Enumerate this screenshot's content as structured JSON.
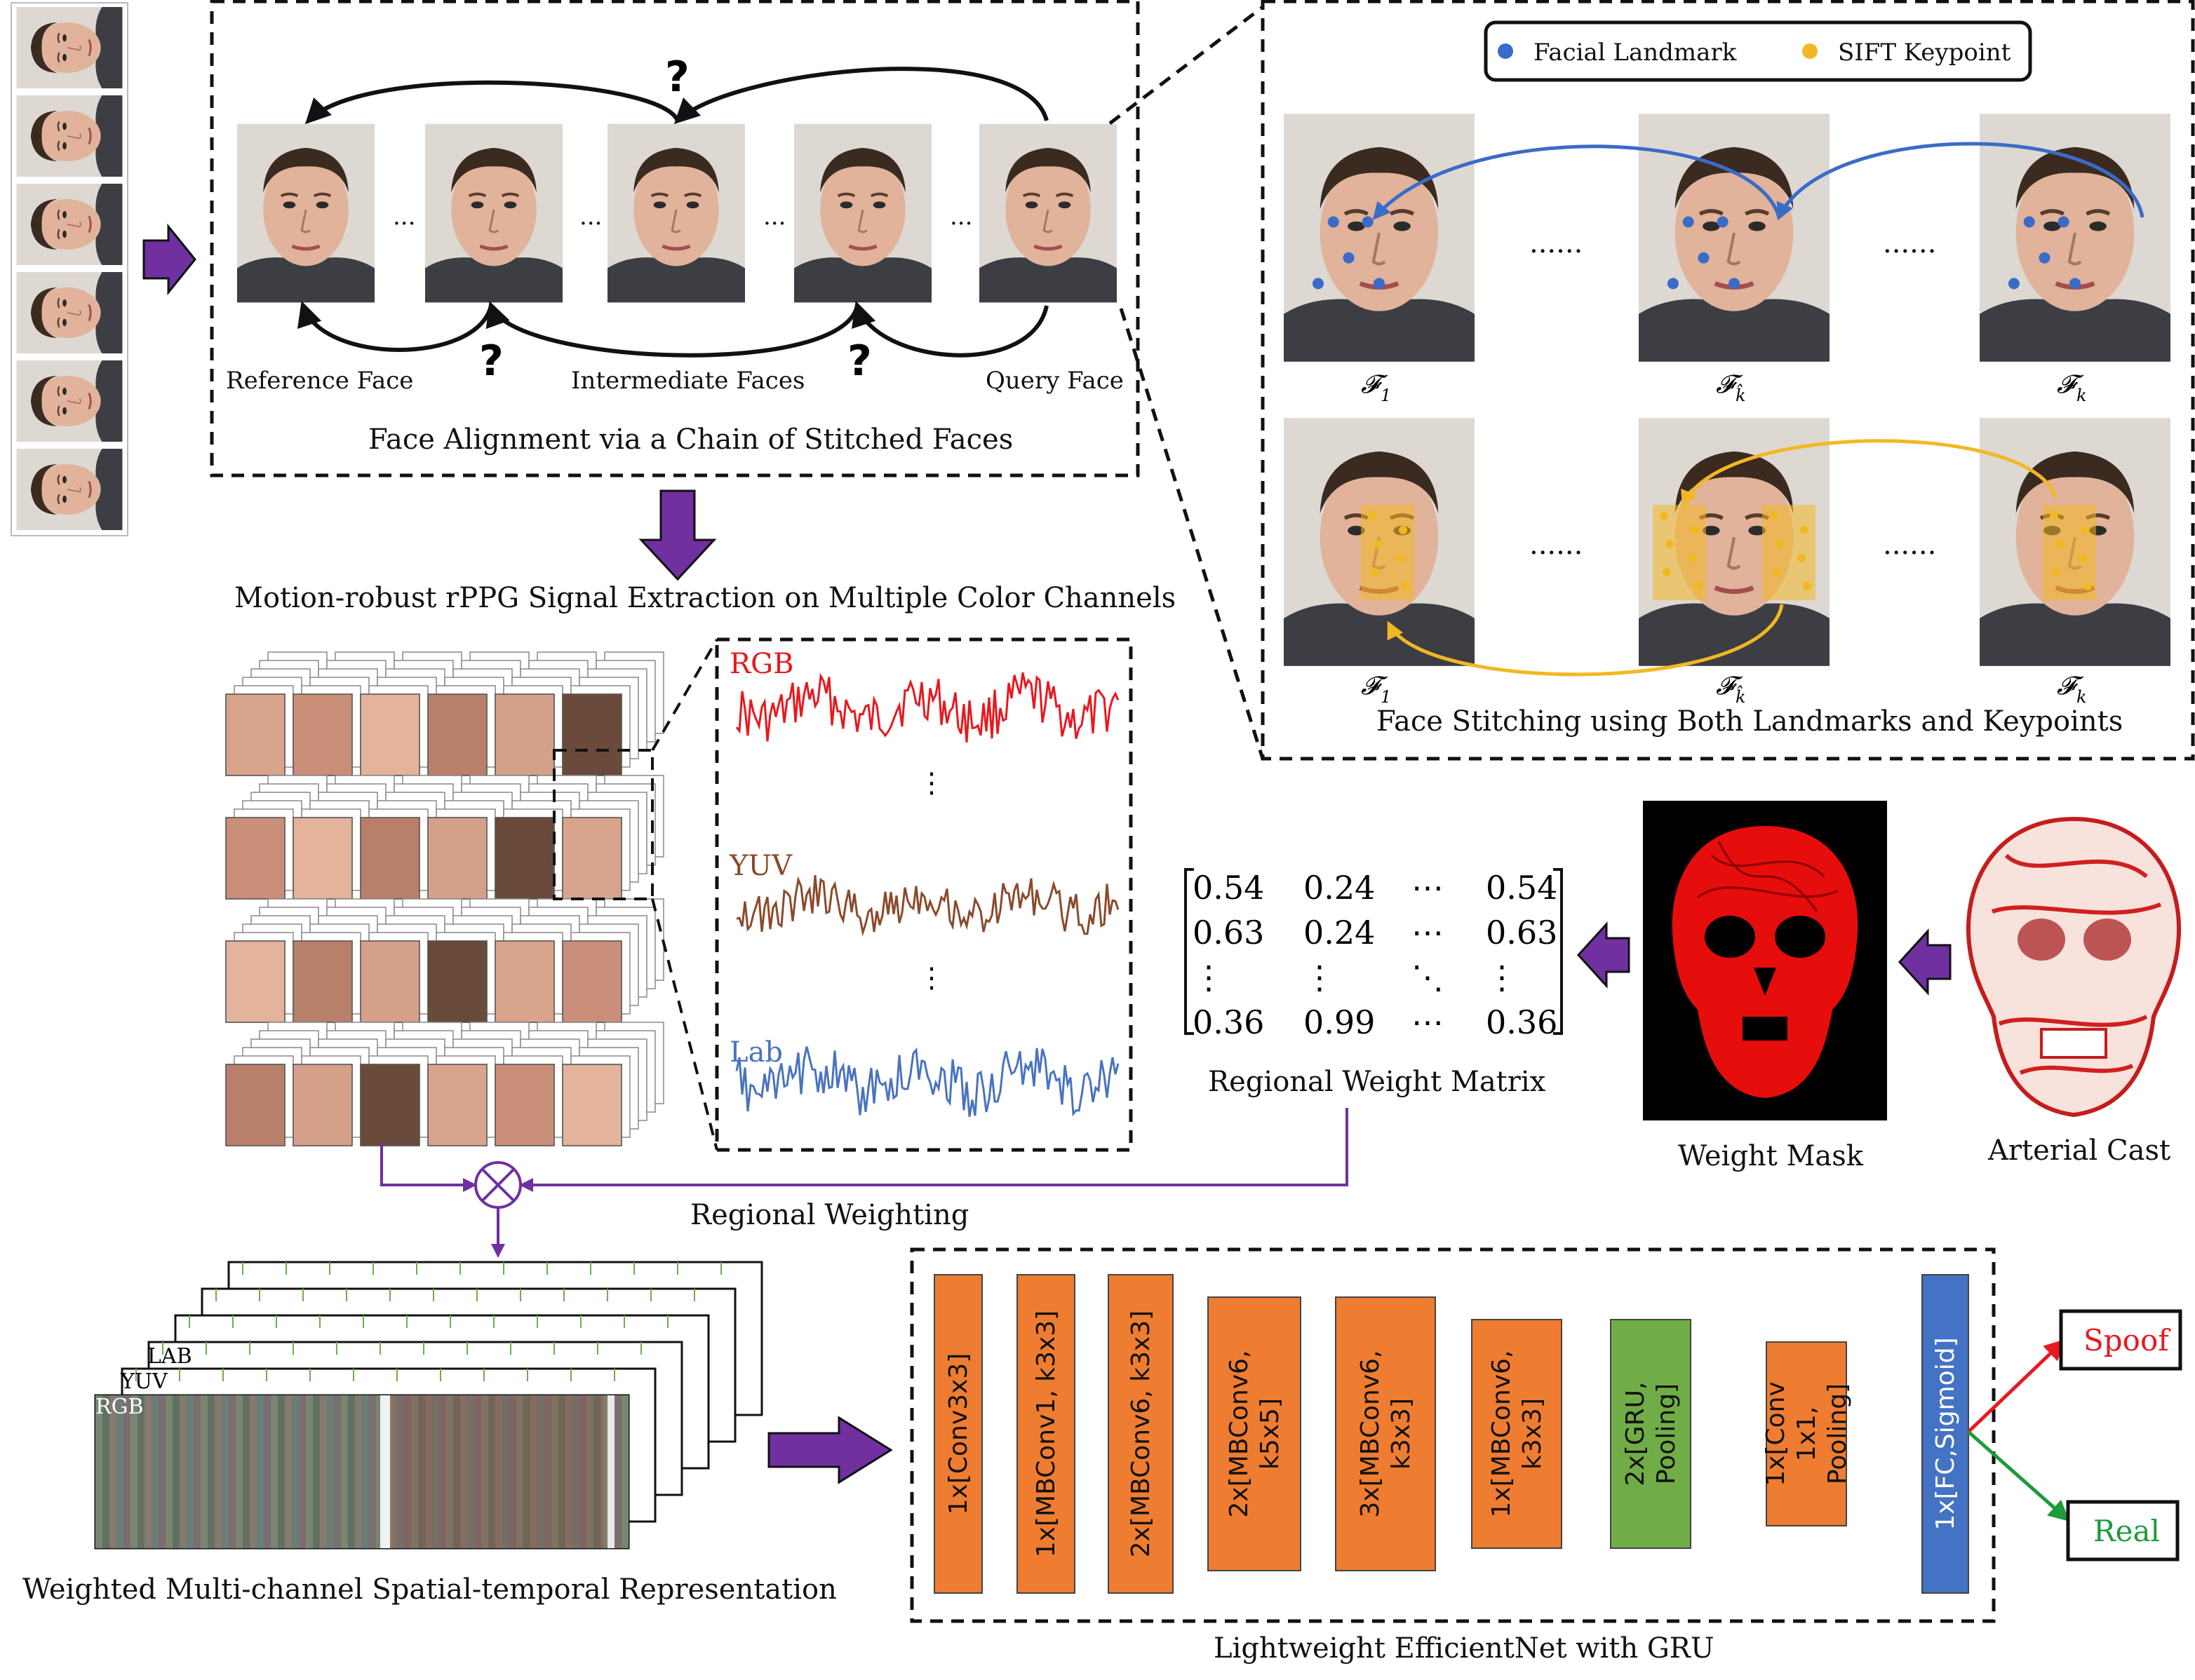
{
  "stage1": {
    "title": "Face Alignment via a Chain of Stitched Faces",
    "reference_label": "Reference Face",
    "intermediate_label": "Intermediate Faces",
    "query_label": "Query Face",
    "question_mark": "?",
    "ellipsis": "..."
  },
  "stitching": {
    "legend_landmark": "Facial Landmark",
    "legend_keypoint": "SIFT Keypoint",
    "frame_labels": [
      "𝓕",
      "𝓕",
      "𝓕"
    ],
    "frame_subs": [
      "1",
      "k̂",
      "k"
    ],
    "dots": "......",
    "title": "Face Stitching using Both Landmarks and Keypoints",
    "landmark_color": "#3a6bc9",
    "keypoint_color": "#f2b824"
  },
  "extraction": {
    "title": "Motion-robust rPPG Signal Extraction on Multiple Color Channels"
  },
  "signals": {
    "rgb_label": "RGB",
    "yuv_label": "YUV",
    "lab_label": "Lab",
    "vdots": "⋮",
    "rgb_color": "#e8181f",
    "yuv_color": "#8b4a2c",
    "lab_color": "#4a73c0"
  },
  "matrix": {
    "rows": [
      [
        "0.54",
        "0.24",
        "⋯",
        "0.54"
      ],
      [
        "0.63",
        "0.24",
        "⋯",
        "0.63"
      ],
      [
        "⋮",
        "⋮",
        "⋱",
        "⋮"
      ],
      [
        "0.36",
        "0.99",
        "⋯",
        "0.36"
      ]
    ],
    "title": "Regional Weight Matrix"
  },
  "weight_mask_label": "Weight Mask",
  "arterial_cast_label": "Arterial Cast",
  "regional_weighting_label": "Regional Weighting",
  "representation": {
    "channels": [
      "LAB",
      "YUV",
      "RGB"
    ],
    "title": "Weighted Multi-channel Spatial-temporal Representation"
  },
  "network": {
    "title": "Lightweight EfficientNet with GRU",
    "layers": [
      {
        "label": "1x[Conv3x3]",
        "color": "#ee7d31"
      },
      {
        "label": "1x[MBConv1, k3x3]",
        "color": "#ee7d31"
      },
      {
        "label": "2x[MBConv6, k3x3]",
        "color": "#ee7d31"
      },
      {
        "label": "2x[MBConv6,|k5x5]",
        "color": "#ee7d31"
      },
      {
        "label": "3x[MBConv6,|k3x3]",
        "color": "#ee7d31"
      },
      {
        "label": "1x[MBConv6,|k3x3]",
        "color": "#ee7d31"
      },
      {
        "label": "2x[GRU,|Pooling]",
        "color": "#70ad47"
      },
      {
        "label": "1x[Conv|1x1,|Pooling]",
        "color": "#ee7d31"
      },
      {
        "label": "1x[FC,Sigmoid]",
        "color": "#4472c4"
      }
    ]
  },
  "outputs": {
    "spoof": "Spoof",
    "real": "Real",
    "spoof_color": "#e8181f",
    "real_color": "#1c9b3a"
  },
  "accent_color": "#7030a0"
}
